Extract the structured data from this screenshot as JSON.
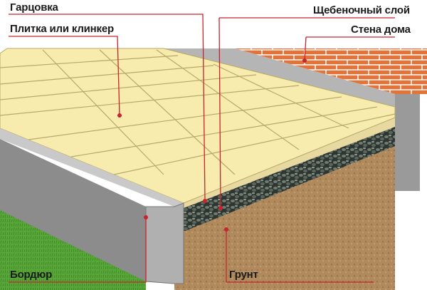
{
  "labels": {
    "hartsovka": "Гарцовка",
    "tile": "Плитка или клинкер",
    "gravel": "Щебеночный слой",
    "wall": "Стена дома",
    "curb": "Бордюр",
    "soil": "Грунт"
  },
  "colors": {
    "tile": "#f7ebae",
    "grout": "#b9a968",
    "soil": "#b08a5c",
    "gravel": "#4f5a52",
    "brick": "#e4733a",
    "concrete": "#9a9a9a",
    "grass": "#5aa83a",
    "leader": "#c8242e"
  }
}
